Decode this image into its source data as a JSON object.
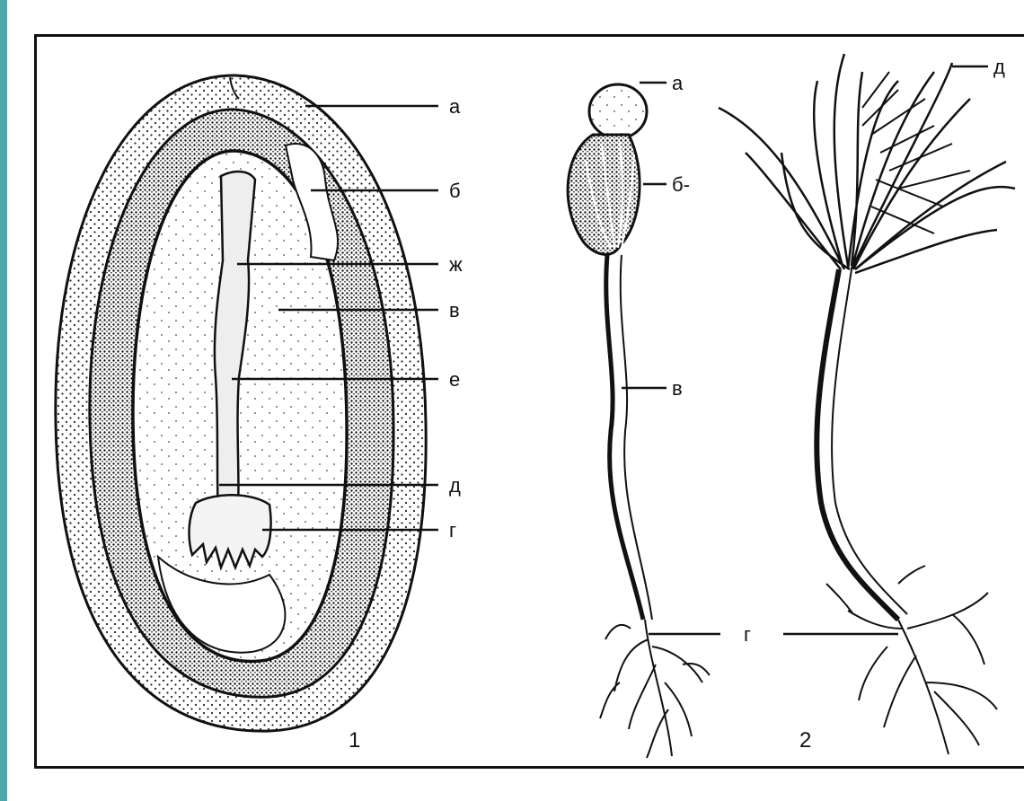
{
  "figure1": {
    "number": "1",
    "labels": [
      "а",
      "б",
      "ж",
      "в",
      "е",
      "д",
      "г"
    ]
  },
  "figure2": {
    "number": "2",
    "seedling_labels": [
      "а",
      "б-",
      "в",
      "г"
    ],
    "tree_labels": [
      "д"
    ]
  },
  "colors": {
    "ink": "#111111",
    "paper": "#ffffff",
    "teal_edge": "#4ea7ad"
  }
}
